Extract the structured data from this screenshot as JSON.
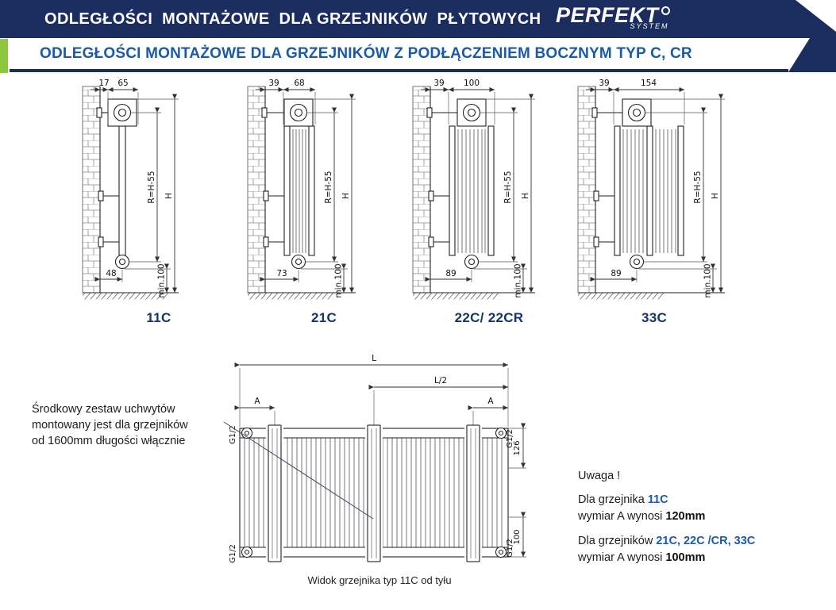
{
  "header": {
    "title": "ODLEGŁOŚCI  MONTAŻOWE  DLA GRZEJNIKÓW  PŁYTOWYCH",
    "brand": "PERFEKT",
    "brand_sub": "SYSTEM"
  },
  "subtitle": "ODLEGŁOŚCI MONTAŻOWE DLA GRZEJNIKÓW Z PODŁĄCZENIEM BOCZNYM TYP C, CR",
  "side_views": {
    "d0": {
      "label": "11C",
      "wall_gap": "17",
      "depth": "65",
      "pipe": "48",
      "radius": "R=H-55",
      "height": "H",
      "clearance": "min.100"
    },
    "d1": {
      "label": "21C",
      "wall_gap": "39",
      "depth": "68",
      "pipe": "73",
      "radius": "R=H-55",
      "height": "H",
      "clearance": "min.100"
    },
    "d2": {
      "label": "22C/ 22CR",
      "wall_gap": "39",
      "depth": "100",
      "pipe": "89",
      "radius": "R=H-55",
      "height": "H",
      "clearance": "min.100"
    },
    "d3": {
      "label": "33C",
      "wall_gap": "39",
      "depth": "154",
      "pipe": "89",
      "radius": "R=H-55",
      "height": "H",
      "clearance": "min.100"
    }
  },
  "rear_view": {
    "length": "L",
    "half_length": "L/2",
    "a_left": "A",
    "a_right": "A",
    "thread_top_left": "G1/2",
    "thread_bottom_left": "G1/2",
    "thread_top_right": "G1/2",
    "dim_top_right": "126",
    "thread_bottom_right": "G1/2",
    "dim_bottom_right": "100",
    "caption": "Widok grzejnika typ 11C od tyłu"
  },
  "notes": {
    "left": [
      "Środkowy zestaw uchwytów",
      "montowany jest dla grzejników",
      "od 1600mm długości włącznie"
    ],
    "right_title": "Uwaga !",
    "r1a": "Dla grzejnika ",
    "r1b": "11C",
    "r2a": "wymiar A wynosi ",
    "r2b": "120mm",
    "r3a": "Dla grzejników ",
    "r3b": "21C, 22C /CR, 33C",
    "r4a": "wymiar A wynosi ",
    "r4b": "100mm"
  },
  "colors": {
    "navy": "#1b2c5e",
    "accent_blue": "#1b5aa8",
    "green": "#8dc63f"
  }
}
